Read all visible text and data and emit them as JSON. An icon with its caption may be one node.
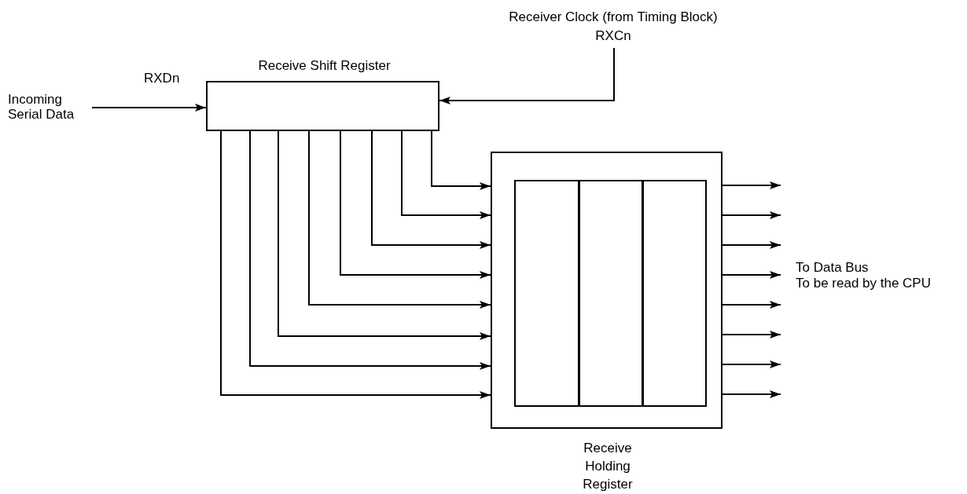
{
  "diagram": {
    "nodes": [
      {
        "text": [
          "Incoming Serial Data"
        ]
      },
      {
        "text": [
          "Receive Shift Register"
        ]
      },
      {
        "text": [
          "Receiver Clock (from Timing Block)",
          "RXCn"
        ]
      },
      {
        "text": [
          "Receive Holding Register"
        ]
      },
      {
        "text": [],
        "shape": "box",
        "in": 3
      },
      {
        "text": [],
        "shape": "box",
        "in": 3
      },
      {
        "text": [],
        "shape": "box",
        "in": 3
      },
      {
        "text": [
          "To Data Bus",
          "To be read by the CPU"
        ]
      }
    ],
    "edges": [
      {
        "from": 0,
        "to": 1,
        "arrow": "to",
        "label": "RXDn"
      },
      {
        "from": 2,
        "to": 1,
        "arrow": "to"
      },
      {
        "from": 1,
        "to": 3,
        "arrow": "to"
      },
      {
        "from": 1,
        "to": 3,
        "arrow": "to"
      },
      {
        "from": 1,
        "to": 3,
        "arrow": "to"
      },
      {
        "from": 1,
        "to": 3,
        "arrow": "to"
      },
      {
        "from": 1,
        "to": 3,
        "arrow": "to"
      },
      {
        "from": 1,
        "to": 3,
        "arrow": "to"
      },
      {
        "from": 1,
        "to": 3,
        "arrow": "to"
      },
      {
        "from": 1,
        "to": 3,
        "arrow": "to"
      },
      {
        "from": 3,
        "to": null,
        "arrow": "to"
      },
      {
        "from": 3,
        "to": null,
        "arrow": "to"
      },
      {
        "from": 3,
        "to": 7,
        "arrow": "to"
      },
      {
        "from": 3,
        "to": 7,
        "arrow": "to"
      },
      {
        "from": 3,
        "to": 7,
        "arrow": "to"
      },
      {
        "from": 3,
        "to": null,
        "arrow": "to"
      },
      {
        "from": 3,
        "to": null,
        "arrow": "to"
      },
      {
        "from": 3,
        "to": null,
        "arrow": "to"
      }
    ]
  }
}
